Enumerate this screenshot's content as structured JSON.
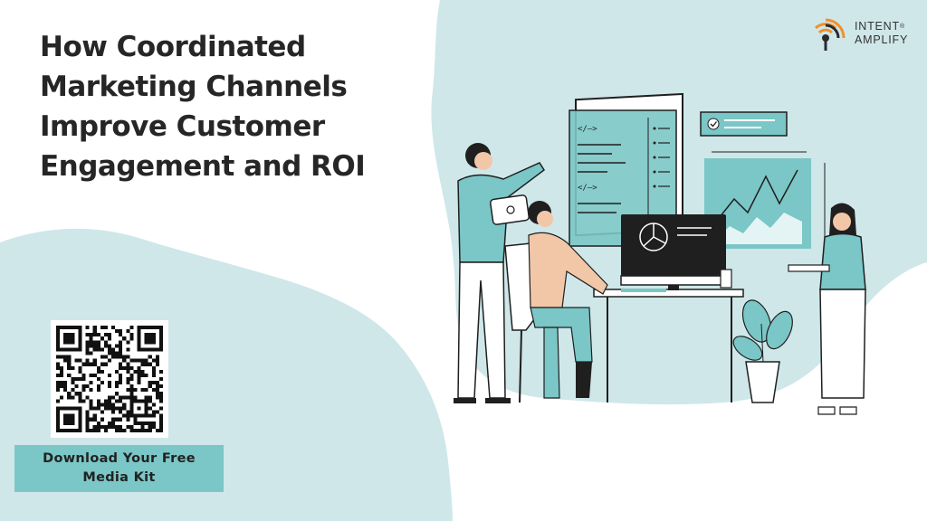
{
  "headline": {
    "line1": "How Coordinated",
    "line2": "Marketing Channels",
    "line3": "Improve Customer",
    "line4": "Engagement and ROI"
  },
  "brand": {
    "line1": "INTENT",
    "trademark": "®",
    "line2": "AMPLIFY",
    "mark_icon": "broadcast-signal-icon",
    "accent_color": "#f0902b",
    "dark_color": "#2b2b2b"
  },
  "qr": {
    "icon": "qr-code-icon"
  },
  "cta": {
    "label": "Download Your Free Media Kit"
  },
  "colors": {
    "teal_light": "#cfe7e9",
    "teal": "#7bc6c6",
    "text_dark": "#262626"
  },
  "illustration": {
    "icons": [
      "code-panel-icon",
      "chart-window-icon",
      "pie-chart-monitor-icon",
      "plant-icon",
      "checkmark-icon"
    ]
  }
}
